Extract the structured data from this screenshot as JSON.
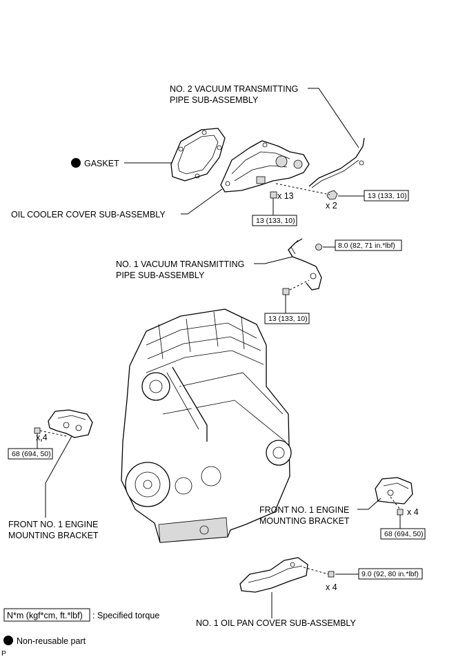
{
  "labels": {
    "no2_vacuum_line1": "NO. 2 VACUUM TRANSMITTING",
    "no2_vacuum_line2": "PIPE SUB-ASSEMBLY",
    "gasket": "GASKET",
    "oil_cooler_cover": "OIL COOLER COVER SUB-ASSEMBLY",
    "no1_vacuum_line1": "NO. 1 VACUUM TRANSMITTING",
    "no1_vacuum_line2": "PIPE SUB-ASSEMBLY",
    "front_bracket_left_line1": "FRONT NO. 1 ENGINE",
    "front_bracket_left_line2": "MOUNTING BRACKET",
    "front_bracket_right_line1": "FRONT NO. 1 ENGINE",
    "front_bracket_right_line2": "MOUNTING BRACKET",
    "oil_pan_cover": "NO. 1 OIL PAN COVER SUB-ASSEMBLY",
    "corner_mark": "P"
  },
  "quantities": {
    "x13": "x 13",
    "x2": "x 2",
    "x4_left": "x 4",
    "x4_right": "x 4",
    "x4_pan": "x 4"
  },
  "torques": {
    "t_no2_pipe": "13 (133, 10)",
    "t_oil_cooler": "13 (133, 10)",
    "t_no1_nut": "8.0 (82, 71 in.*lbf)",
    "t_no1_bolt": "13 (133, 10)",
    "t_bracket_left": "68 (694, 50)",
    "t_bracket_right": "68 (694, 50)",
    "t_oil_pan": "9.0 (92, 80 in.*lbf)"
  },
  "legend": {
    "torque_box": "N*m (kgf*cm, ft.*lbf)",
    "torque_desc": ": Specified torque",
    "nonreusable": "Non-reusable part"
  }
}
